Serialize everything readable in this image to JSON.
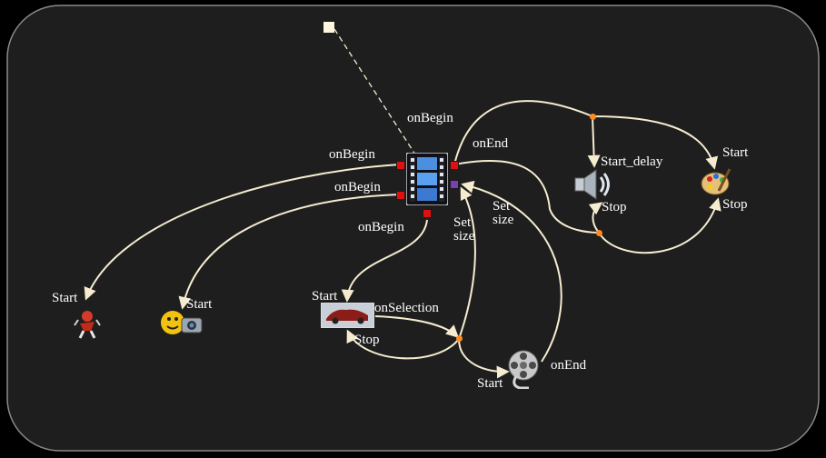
{
  "colors": {
    "background": "#000000",
    "canvas": "#1e1e1e",
    "canvas_border": "#8a8a8a",
    "link": "#f5ecd0",
    "port_event": "#e01010",
    "port_data": "#7a3fb0",
    "junction": "#ff8a1e",
    "text": "#ffffff"
  },
  "nodes": {
    "video": {
      "icon": "film-strip-icon"
    },
    "bomb": {
      "icon": "exploding-figure-icon"
    },
    "smiley_camera": {
      "icon": "smiley-camera-icon"
    },
    "car_image": {
      "icon": "car-thumbnail-icon"
    },
    "sound": {
      "icon": "speaker-icon"
    },
    "paint": {
      "icon": "paint-palette-icon"
    },
    "reel": {
      "icon": "film-reel-icon"
    },
    "anchor": {
      "icon": "anchor-square-icon"
    }
  },
  "labels": {
    "video_onbegin_1": "onBegin",
    "video_onbegin_2": "onBegin",
    "video_onbegin_3": "onBegin",
    "video_onbegin_top": "onBegin",
    "video_onend": "onEnd",
    "set_size_1_line1": "Set",
    "set_size_1_line2": "size",
    "set_size_2_line1": "Set",
    "set_size_2_line2": "size",
    "bomb_start": "Start",
    "smiley_start": "Start",
    "car_start": "Start",
    "car_onselection": "onSelection",
    "car_stop": "Stop",
    "sound_start_delay": "Start_delay",
    "sound_stop": "Stop",
    "paint_start": "Start",
    "paint_stop": "Stop",
    "reel_start": "Start",
    "reel_onend": "onEnd"
  }
}
